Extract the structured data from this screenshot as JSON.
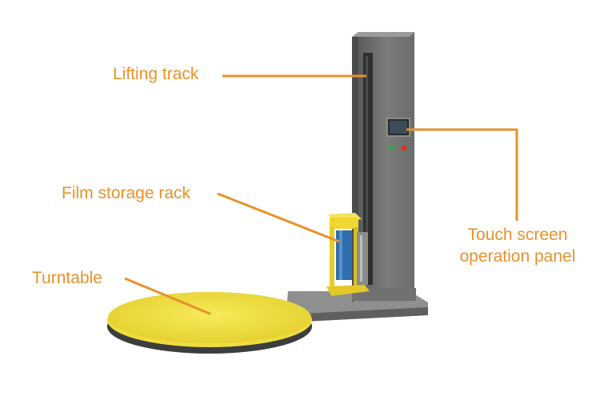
{
  "colors": {
    "callout": "#e8922a",
    "machine_body": "#6b6d6b",
    "machine_dark": "#3d3f3e",
    "turntable_top": "#f2e24a",
    "film_holder": "#f0d630",
    "film_roll": "#2f6fae"
  },
  "callouts": {
    "lifting_track": "Lifting track",
    "film_storage_rack": "Film storage rack",
    "turntable": "Turntable",
    "touch_screen_line1": "Touch screen",
    "touch_screen_line2": "operation panel"
  },
  "panel_buttons": {
    "left_color": "#2ea84a",
    "right_color": "#d8352a"
  }
}
